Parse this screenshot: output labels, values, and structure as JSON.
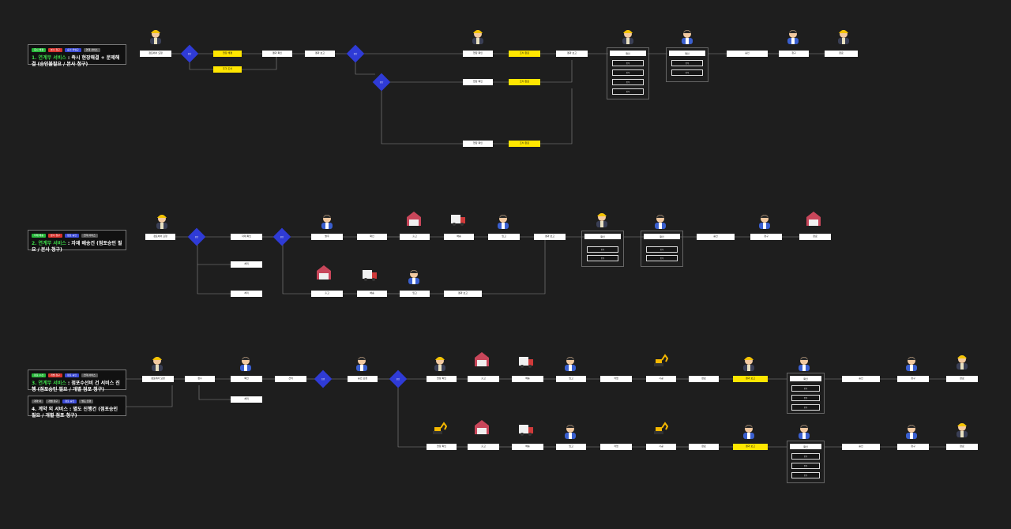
{
  "colors": {
    "background": "#1e1e1e",
    "decision": "#2f3bd6",
    "highlight_node": "#ffe600",
    "connector": "#8a8a8a",
    "chip_green": "#27b83a",
    "chip_red": "#d8322c",
    "chip_blue": "#3a49d6",
    "chip_gray": "#555555",
    "title_green": "#3ddc4a"
  },
  "legends": [
    {
      "title_prefix": "1. 연계무 서비스",
      "title_rest": " : 즉시 현장해결 + 문제해결 (승인불필요 / 본사 청구)"
    },
    {
      "title_prefix": "2. 연계무 서비스",
      "title_rest": " : 자재 배송건 (점포승인 필요 / 본사 청구)"
    },
    {
      "title_prefix": "3. 연계무 서비스",
      "title_rest": " : 점포수선비 건 서비스 진행 (점포승인 필요 / 개별 점포 청구)"
    },
    {
      "title_prefix": "4. 계약 외 서비스",
      "title_rest": " : 별도 진행건 (점포승인 필요 / 개별 점포 청구)"
    }
  ]
}
